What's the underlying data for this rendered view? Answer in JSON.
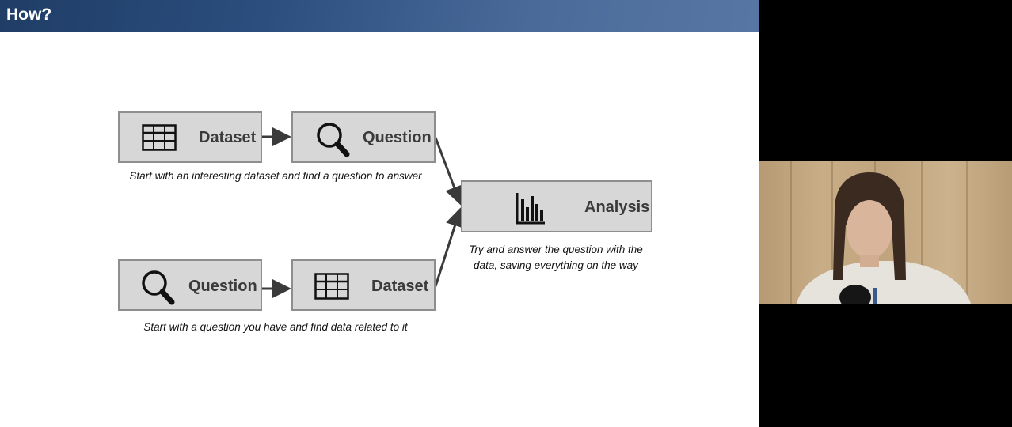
{
  "slide": {
    "title": "How?",
    "flow_top": {
      "box1": {
        "label": "Dataset",
        "icon": "table-grid-icon"
      },
      "box2": {
        "label": "Question",
        "icon": "magnifier-icon"
      },
      "caption": "Start with an interesting dataset and find a question to answer"
    },
    "flow_bottom": {
      "box1": {
        "label": "Question",
        "icon": "magnifier-icon"
      },
      "box2": {
        "label": "Dataset",
        "icon": "table-grid-icon"
      },
      "caption": "Start with a question you have and find data related to it"
    },
    "analysis": {
      "label": "Analysis",
      "icon": "bar-chart-icon",
      "caption_line1": "Try and answer the question with the",
      "caption_line2": "data, saving everything on the way"
    },
    "colors": {
      "header": "#2b4e7e",
      "box_fill": "#d7d7d7",
      "box_border": "#8e8e8e",
      "text": "#3b3b3b"
    }
  },
  "webcam": {
    "icon": "presenter-video-feed"
  }
}
